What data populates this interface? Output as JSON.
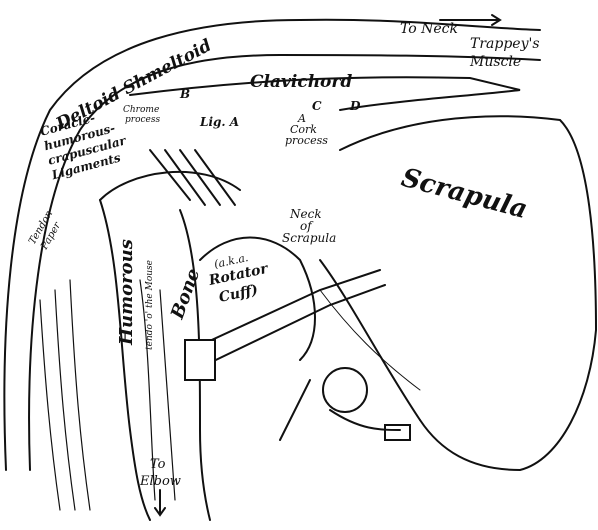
{
  "colors": {
    "ink": "#111111",
    "paper": "#ffffff",
    "shade": "#555555"
  },
  "labels": {
    "to_neck": "To Neck",
    "trappeys_muscle_1": "Trappey's",
    "trappeys_muscle_2": "Muscle",
    "deltoid": "Deltoid Shmeltoid",
    "clavichord": "Clavichord",
    "scrapula": "Scrapula",
    "b": "B",
    "c": "C",
    "d": "D",
    "chrome_process_1": "Chrome",
    "chrome_process_2": "process",
    "lig_a": "Lig. A",
    "cork_1": "A",
    "cork_2": "Cork",
    "cork_3": "process",
    "coracle_1": "Coracle-",
    "coracle_2": "humorous-",
    "coracle_3": "crapuscular",
    "coracle_4": "Ligaments",
    "neck_scrapula_1": "Neck",
    "neck_scrapula_2": "of",
    "neck_scrapula_3": "Scrapula",
    "rotator_1": "(a.k.a.",
    "rotator_2": "Rotator",
    "rotator_3": "Cuff)",
    "humorous": "Humorous",
    "tendon": "tendo 'o' the Mouse",
    "bone": "Bone",
    "tendon_paper_1": "Tendon",
    "tendon_paper_2": "Paper",
    "to_elbow_1": "To",
    "to_elbow_2": "Elbow"
  }
}
